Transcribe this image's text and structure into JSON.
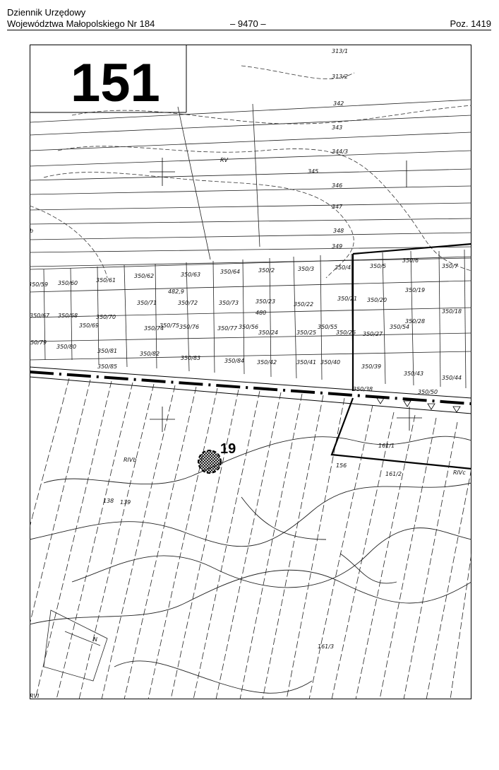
{
  "header": {
    "journal_line1": "Dziennik Urzędowy",
    "journal_line2": "Województwa Małopolskiego Nr 184",
    "page_number": "– 9470 –",
    "position": "Poz. 1419"
  },
  "map": {
    "sheet_number": "151",
    "point_number": "19",
    "top_parcels": [
      "313/1",
      "313/2",
      "342",
      "343",
      "344/3",
      "345",
      "346",
      "347",
      "348",
      "349"
    ],
    "row1_parcels": [
      "350/59",
      "350/60",
      "350/61",
      "350/62",
      "350/63",
      "350/64",
      "350/2",
      "350/3",
      "350/4",
      "350/5",
      "350/6",
      "350/7"
    ],
    "row2_parcels": [
      "350/67",
      "350/68",
      "350/70",
      "350/71",
      "350/72",
      "350/73",
      "350/23",
      "350/22",
      "350/21",
      "350/20",
      "350/19",
      "350/18"
    ],
    "row3_parcels": [
      "350/69",
      "350/74",
      "350/75",
      "350/76",
      "350/77",
      "350/56",
      "350/24",
      "350/25",
      "350/55",
      "350/26",
      "350/27",
      "350/54",
      "350/28"
    ],
    "row4_parcels": [
      "350/79",
      "350/80",
      "350/81",
      "350/82",
      "350/83",
      "350/84",
      "350/42",
      "350/41",
      "350/40",
      "350/39",
      "350/38",
      "350/43",
      "350/44",
      "350/50"
    ],
    "misc_labels": [
      "RV",
      "RIVb",
      "RIVc",
      "RVI",
      "b",
      "482,9",
      "480",
      "161/1",
      "161/2",
      "161/3",
      "156",
      "138",
      "139",
      "350/85",
      "N"
    ]
  }
}
